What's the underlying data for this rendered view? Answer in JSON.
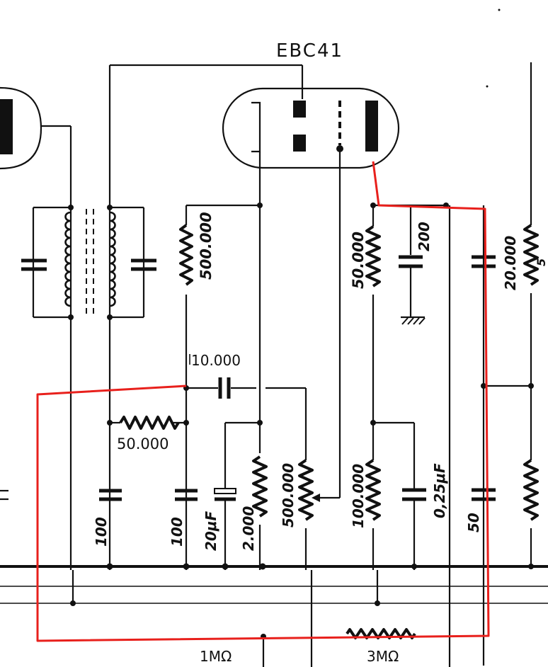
{
  "tube_label": "EBC41",
  "labels": {
    "r_500k_top": "500.000",
    "c_10000": "10.000",
    "r_50000_left": "50.000",
    "c_100_a": "100",
    "c_100_b": "100",
    "c_20uf": "20μF",
    "r_2000": "2.000",
    "pot_500k": "500.000",
    "r_50000_plate": "50.000",
    "c_200": "200",
    "r_100000": "100.000",
    "c_025uf": "0,25μF",
    "c_50": "50",
    "r_20000": "20.000",
    "r_1m": "1MΩ",
    "r_3m": "3MΩ"
  },
  "colors": {
    "ink": "#111111",
    "highlight": "#e8201c",
    "background": "#ffffff"
  }
}
